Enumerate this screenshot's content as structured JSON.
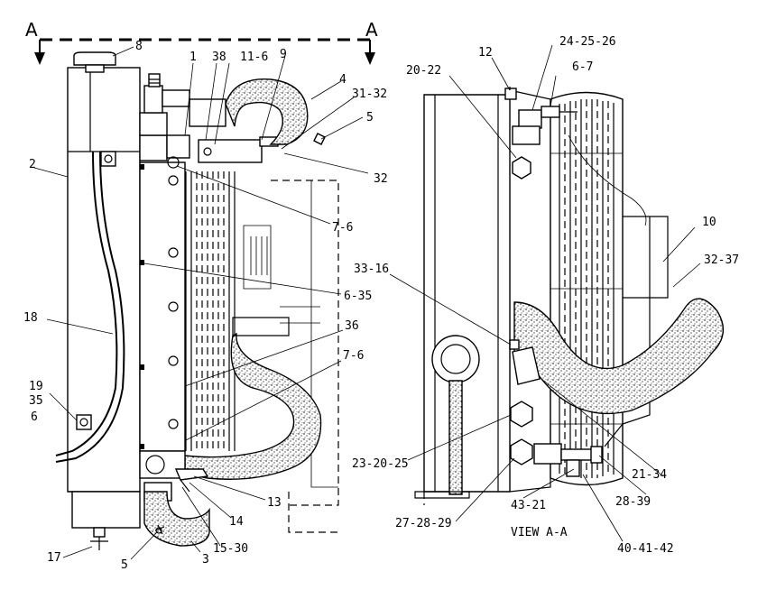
{
  "diagram": {
    "section_letter_left": "A",
    "section_letter_right": "A",
    "view_caption": "VIEW A-A",
    "callouts_left": {
      "c8": "8",
      "c1": "1",
      "c38": "38",
      "c11_6": "11-6",
      "c9": "9",
      "c4": "4",
      "c31_32": "31-32",
      "c5_top": "5",
      "c32": "32",
      "c2": "2",
      "c7_6_a": "7-6",
      "c6_35": "6-35",
      "c18": "18",
      "c36": "36",
      "c7_6_b": "7-6",
      "c19": "19",
      "c35": "35",
      "c6": "6",
      "c13": "13",
      "c14": "14",
      "c15_30": "15-30",
      "c3": "3",
      "c17": "17",
      "c5_bottom": "5"
    },
    "callouts_right": {
      "c12": "12",
      "c24_25_26": "24-25-26",
      "c20_22": "20-22",
      "c6_7": "6-7",
      "c10": "10",
      "c32_37": "32-37",
      "c33_16": "33-16",
      "c23_20_25": "23-20-25",
      "c21_34": "21-34",
      "c28_39": "28-39",
      "c43_21": "43-21",
      "c27_28_29": "27-28-29",
      "c40_41_42": "40-41-42"
    }
  }
}
